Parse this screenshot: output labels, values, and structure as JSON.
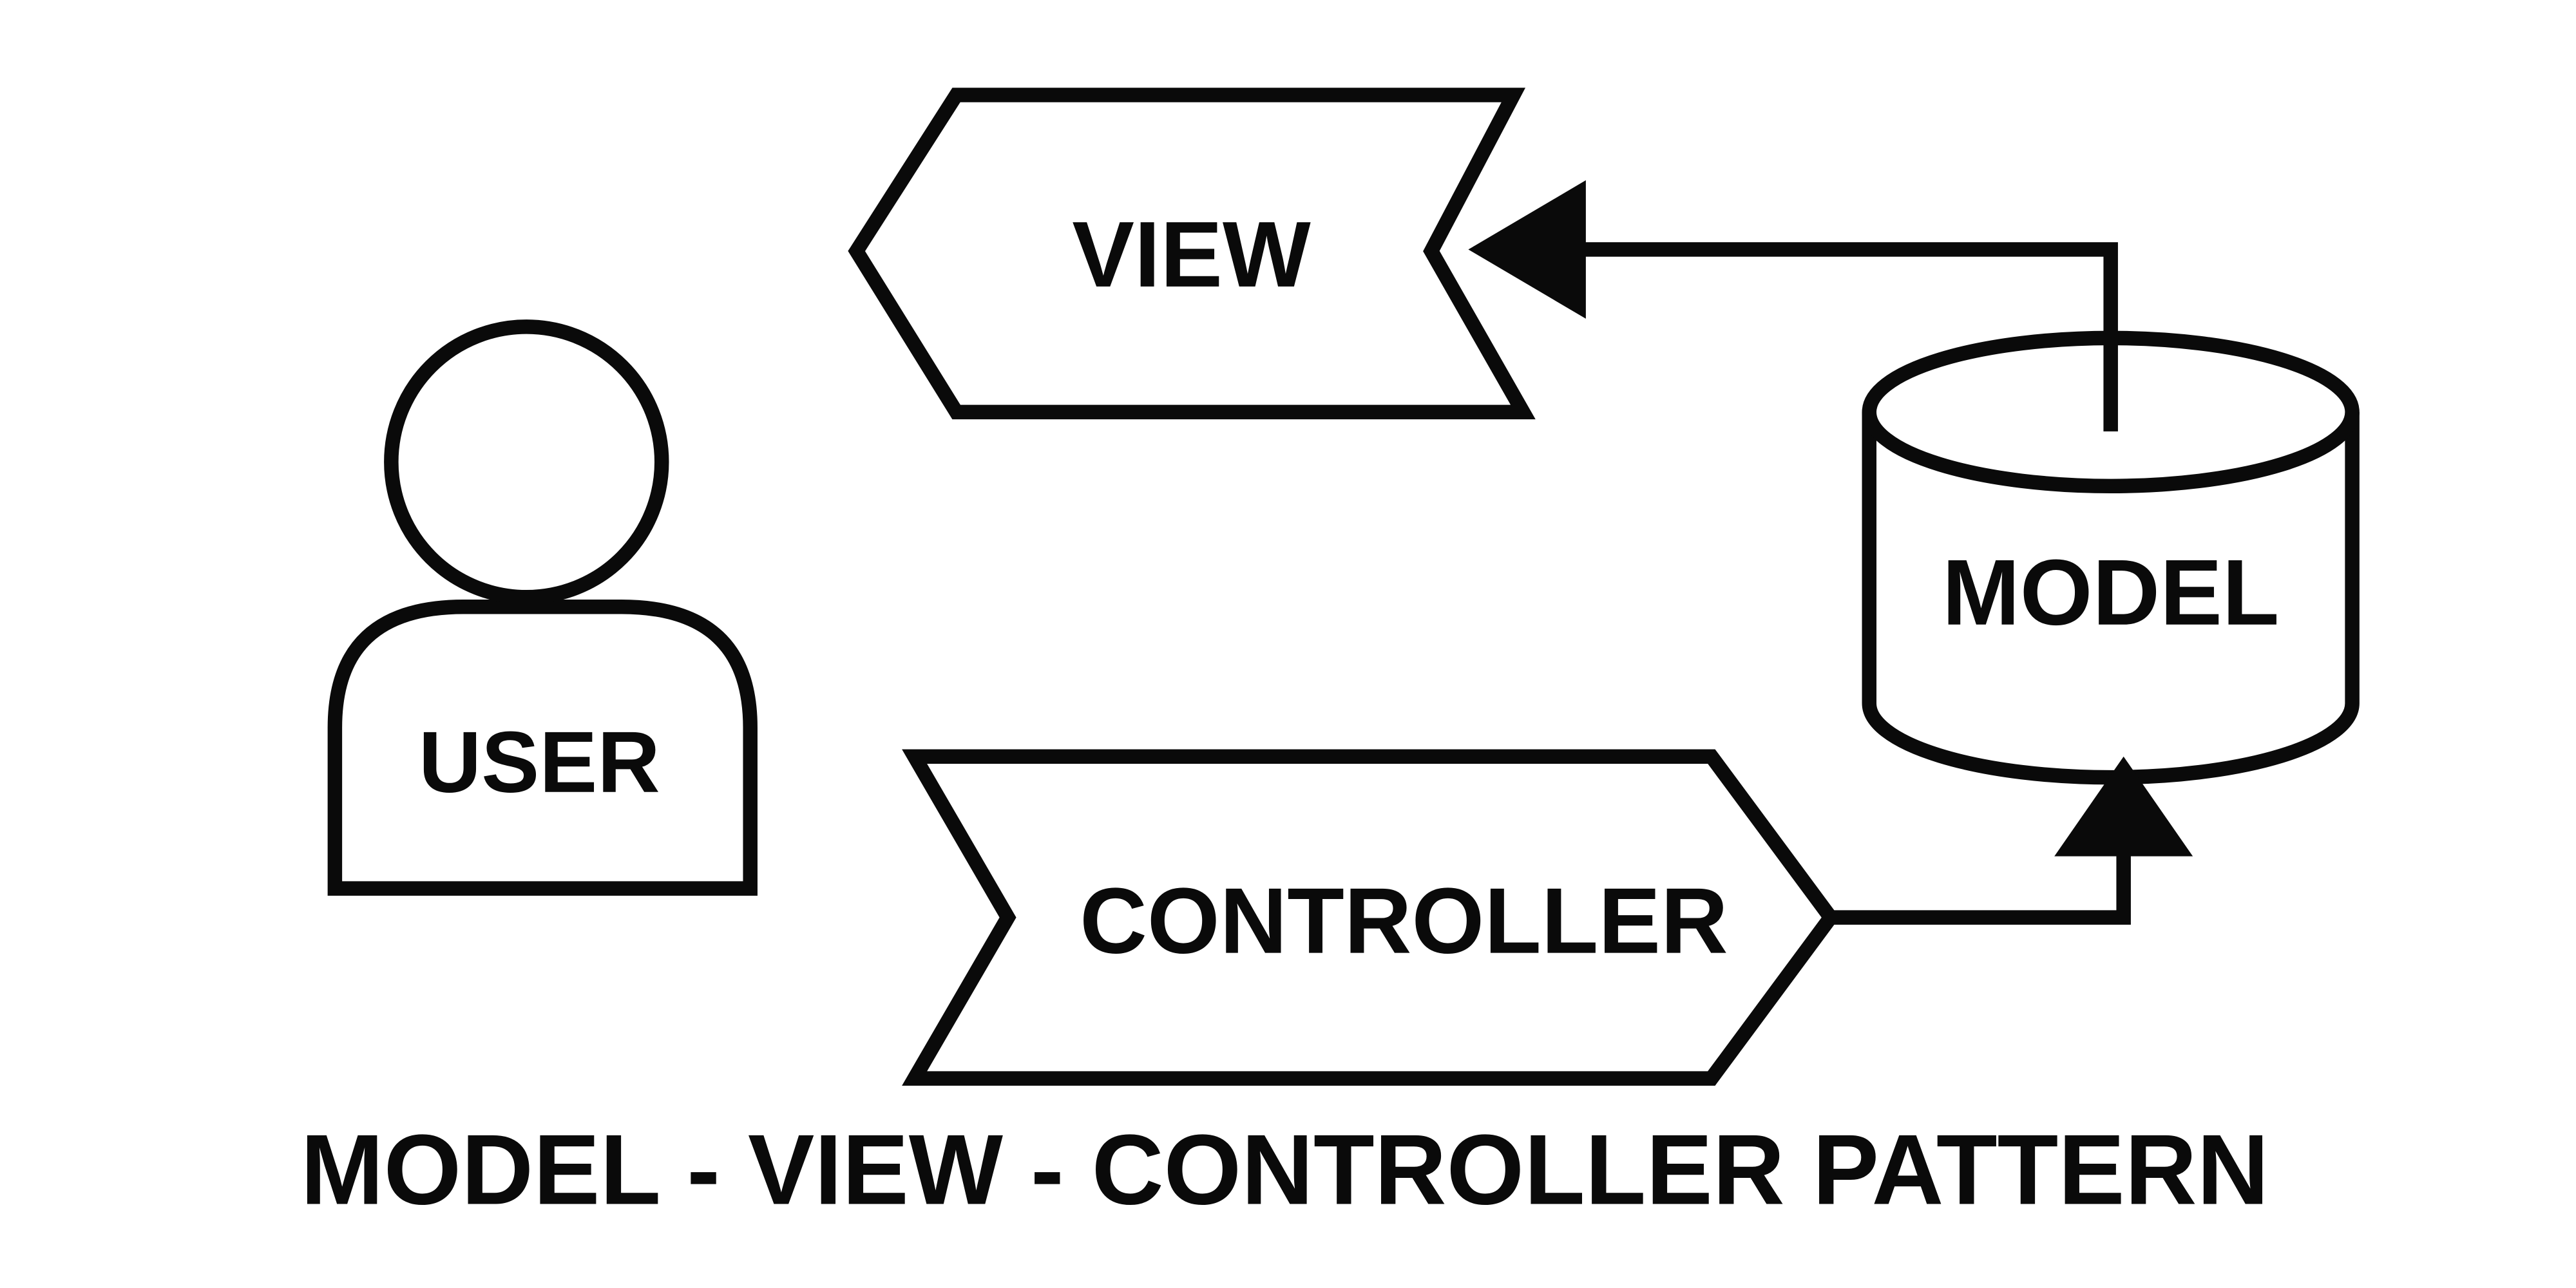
{
  "diagram": {
    "title": "MODEL - VIEW - CONTROLLER PATTERN",
    "nodes": {
      "user": {
        "label": "USER",
        "shape": "person-icon"
      },
      "view": {
        "label": "VIEW",
        "shape": "left-pointing-banner"
      },
      "controller": {
        "label": "CONTROLLER",
        "shape": "right-pointing-banner"
      },
      "model": {
        "label": "MODEL",
        "shape": "database-cylinder"
      }
    },
    "edges": [
      {
        "from": "model",
        "to": "view",
        "style": "elbow-arrow"
      },
      {
        "from": "controller",
        "to": "model",
        "style": "elbow-arrow"
      }
    ],
    "colors": {
      "stroke": "#0a0a0a",
      "fill": "#ffffff",
      "background": "#ffffff"
    }
  }
}
